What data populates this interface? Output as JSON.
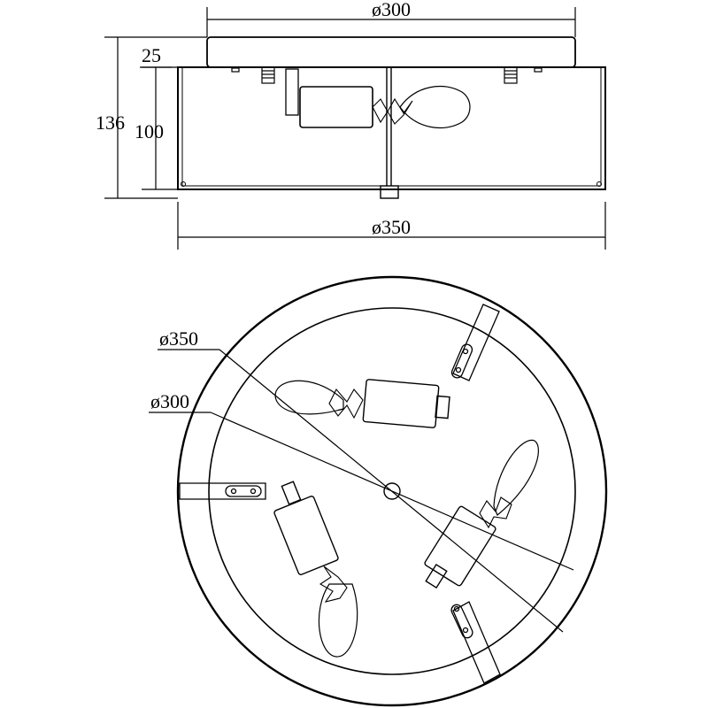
{
  "dimensions": {
    "top_diameter": "ø300",
    "plate_height": "25",
    "total_height": "136",
    "shade_height": "100",
    "shade_diameter": "ø350",
    "plan_outer_diameter": "ø350",
    "plan_inner_diameter": "ø300"
  },
  "colors": {
    "line": "#000000",
    "background": "#ffffff"
  }
}
